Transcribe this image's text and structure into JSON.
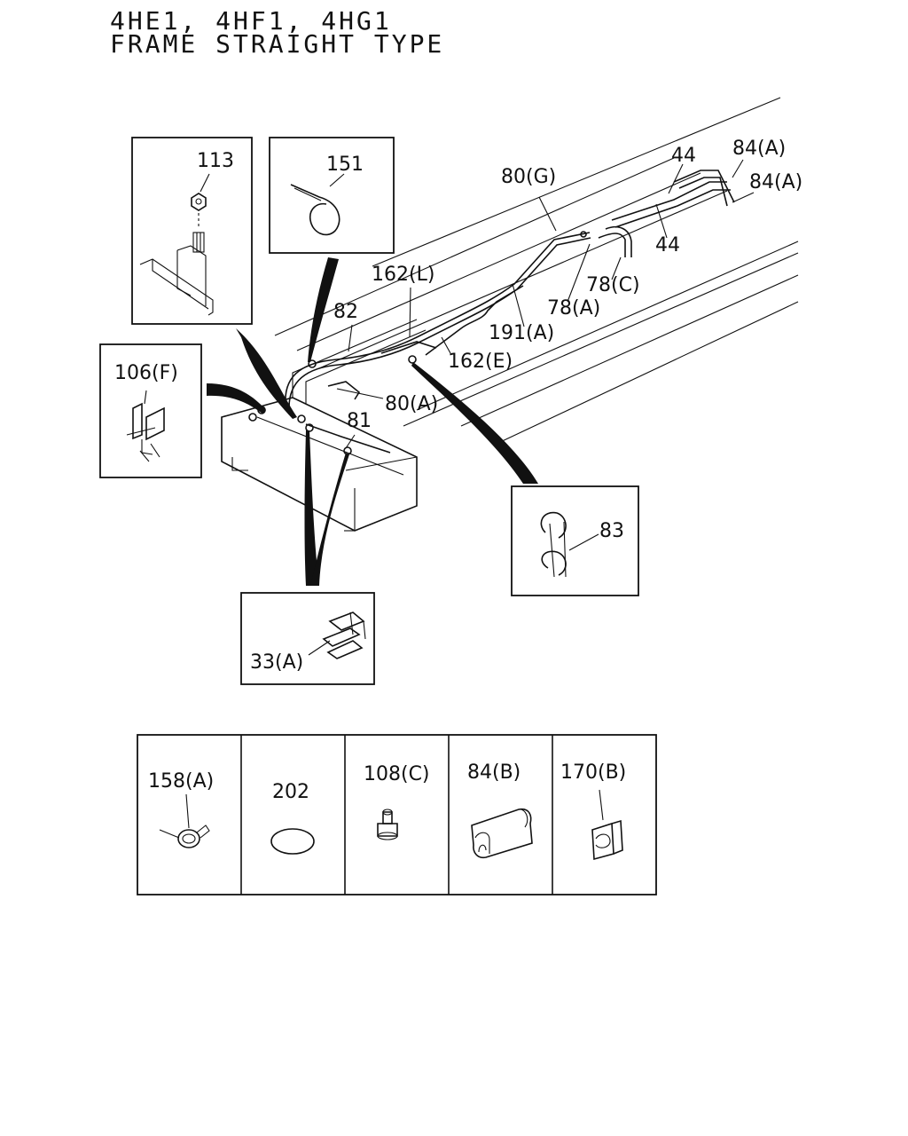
{
  "title": {
    "line1": "4HE1, 4HF1, 4HG1",
    "line2": "FRAME STRAIGHT TYPE"
  },
  "callouts": {
    "c113": "113",
    "c151": "151",
    "c106f": "106(F)",
    "c33a": "33(A)",
    "c83": "83",
    "c82": "82",
    "c81": "81",
    "c80a": "80(A)",
    "c80g": "80(G)",
    "c162l": "162(L)",
    "c162e": "162(E)",
    "c191a": "191(A)",
    "c78a": "78(A)",
    "c78c": "78(C)",
    "c44a": "44",
    "c44b": "44",
    "c84a1": "84(A)",
    "c84a2": "84(A)"
  },
  "parts_table": [
    {
      "label": "158(A)",
      "icon": "hose-clamp-icon"
    },
    {
      "label": "202",
      "icon": "grommet-icon"
    },
    {
      "label": "108(C)",
      "icon": "clip-pin-icon"
    },
    {
      "label": "84(B)",
      "icon": "edge-trim-icon"
    },
    {
      "label": "170(B)",
      "icon": "pipe-clip-icon"
    }
  ]
}
